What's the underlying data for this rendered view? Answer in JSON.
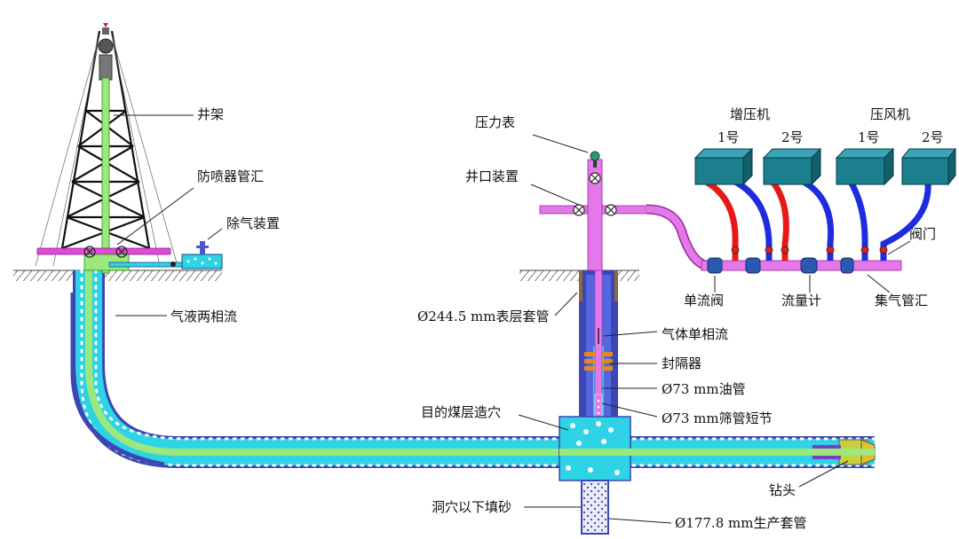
{
  "labels": {
    "derrick": "井架",
    "bop_manifold": "防喷器管汇",
    "degassing_unit": "除气装置",
    "gas_liquid_flow": "气液两相流",
    "pressure_gauge": "压力表",
    "wellhead": "井口装置",
    "surface_casing": "Ø244.5 mm表层套管",
    "gas_single_flow": "气体单相流",
    "packer": "封隔器",
    "tubing": "Ø73 mm油管",
    "screen_sub": "Ø73 mm筛管短节",
    "cavity": "目的煤层造穴",
    "sand_fill": "洞穴以下填砂",
    "production_casing": "Ø177.8 mm生产套管",
    "drill_bit": "钻头",
    "booster": "增压机",
    "compressor": "压风机",
    "booster_1": "1号",
    "booster_2": "2号",
    "compressor_1": "1号",
    "compressor_2": "2号",
    "valve": "阀门",
    "check_valve": "单流阀",
    "flowmeter": "流量计",
    "gas_manifold": "集气管汇"
  },
  "colors": {
    "annulus": "#2ed3e6",
    "drill_pipe": "#9be87c",
    "casing_wall": "#3c46b4",
    "tubing": "#e478ea",
    "machine": "#1b7f8e",
    "hose_red": "#e81818",
    "hose_blue": "#1e2ce0"
  }
}
